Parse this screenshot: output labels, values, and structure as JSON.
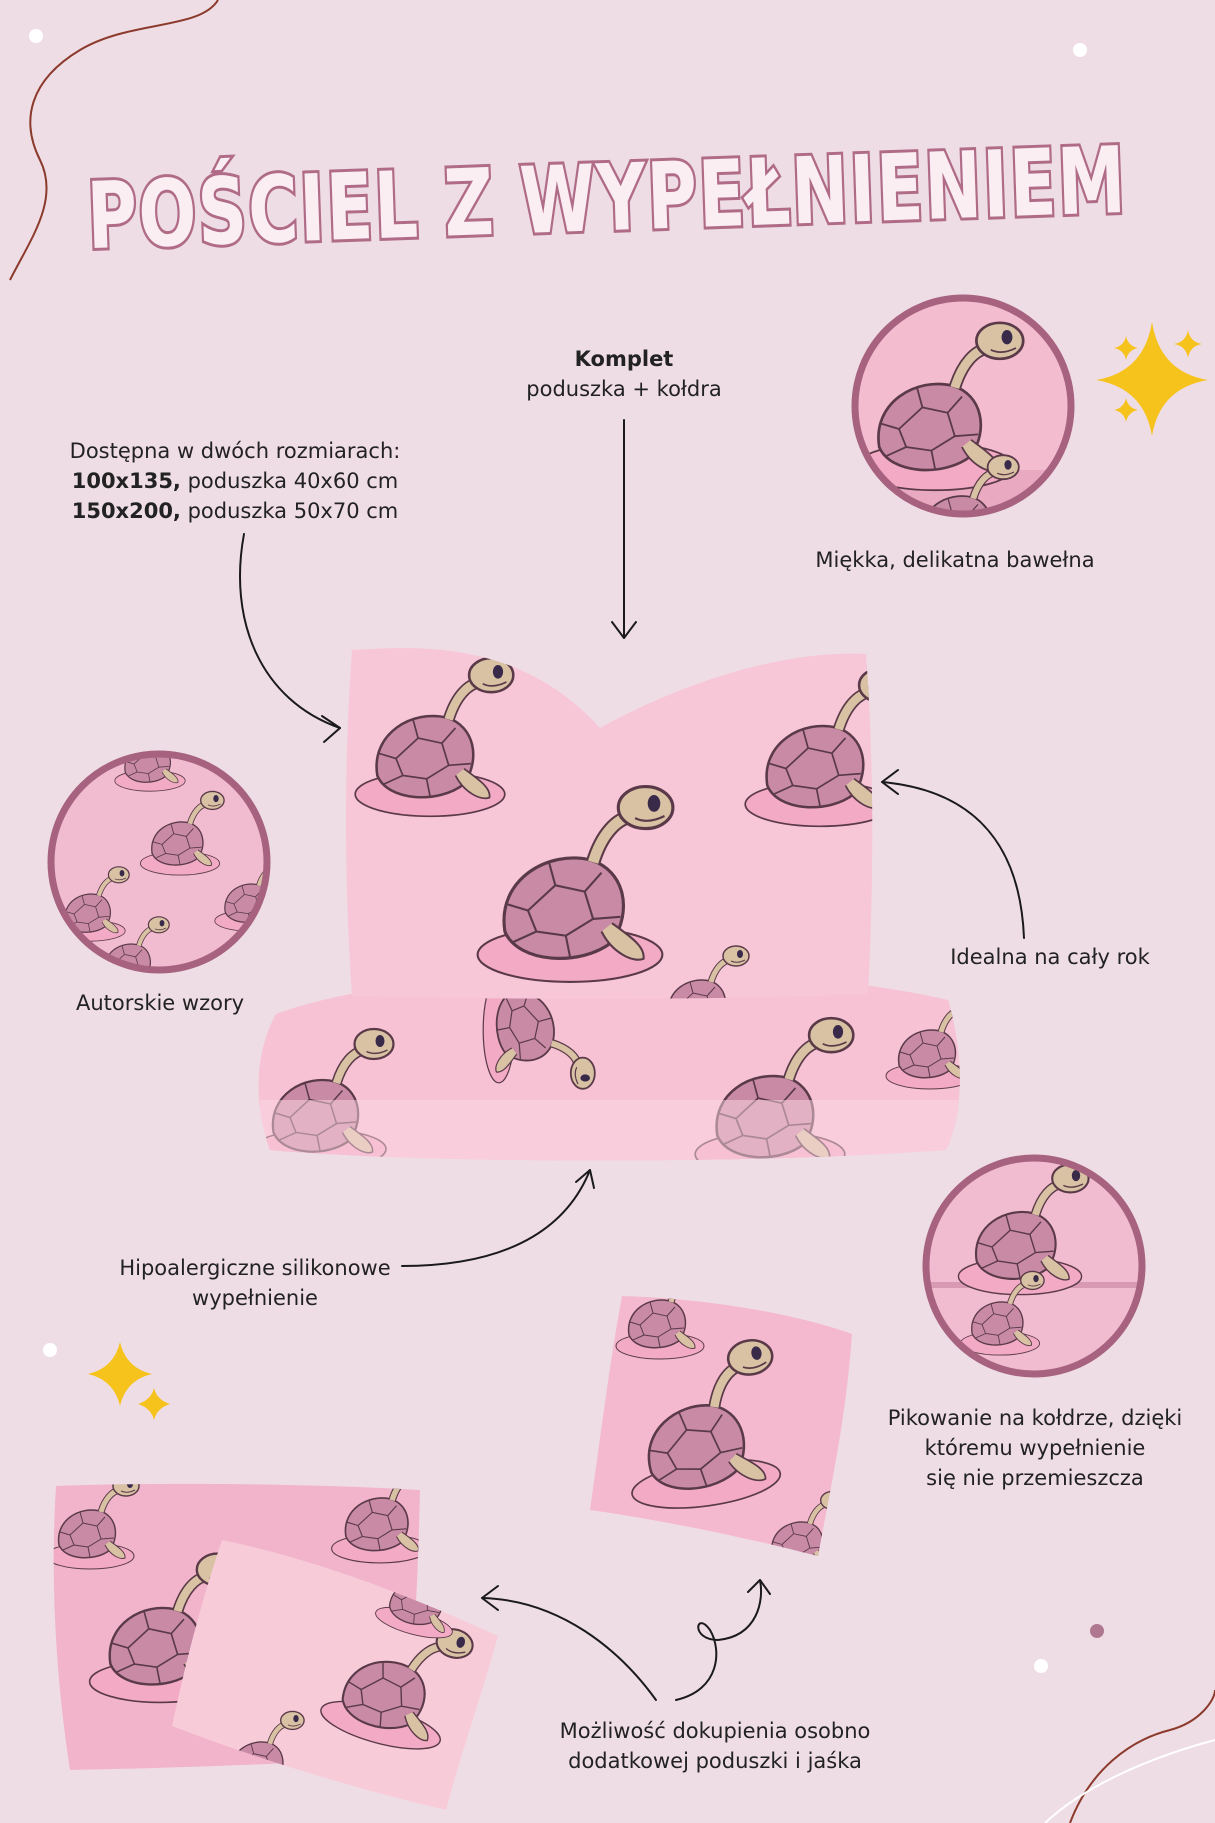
{
  "title": "POŚCIEL Z WYPEŁNIENIEM",
  "set": {
    "heading": "Komplet",
    "text": "poduszka + kołdra"
  },
  "sizes": {
    "intro": "Dostępna w dwóch rozmiarach:",
    "size1": "100x135,",
    "size1_rest": " poduszka 40x60 cm",
    "size2": "150x200,",
    "size2_rest": " poduszka 50x70 cm"
  },
  "features": {
    "soft_cotton": "Miękka, delikatna bawełna",
    "original_patterns": "Autorskie wzory",
    "all_year": "Idealna na cały rok",
    "filling_line1": "Hipoalergiczne silikonowe",
    "filling_line2": "wypełnienie",
    "quilting_line1": "Pikowanie na kołdrze, dzięki",
    "quilting_line2": "któremu wypełnienie",
    "quilting_line3": "się nie przemieszcza",
    "extra_line1": "Możliwość dokupienia osobno",
    "extra_line2": "dodatkowej poduszki i jaśka"
  },
  "colors": {
    "background": "#efdde5",
    "title_outline": "#b06c87",
    "fabric_pink": "#f6bfd3",
    "turtle_shell": "#c98aa6",
    "turtle_skin": "#d9c2a4",
    "star_yellow": "#f6c21c",
    "squiggle": "#8b3a2c"
  }
}
